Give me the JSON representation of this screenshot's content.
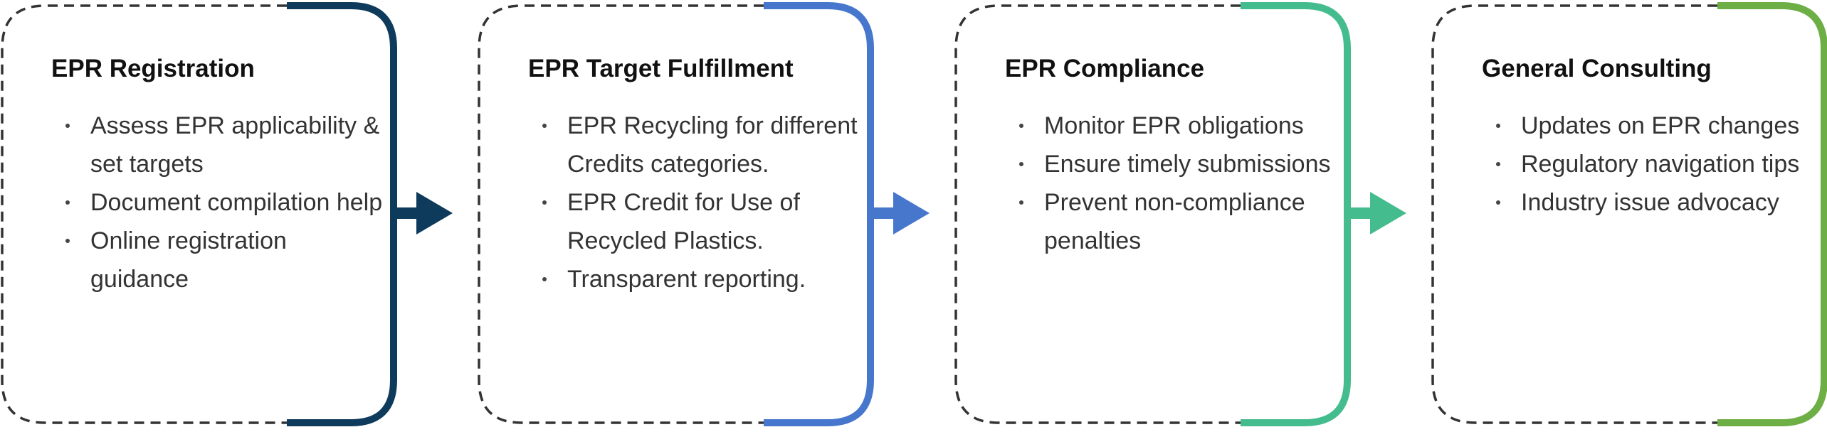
{
  "steps": [
    {
      "title": "EPR Registration",
      "color": "#0E3A5C",
      "bullets": [
        "Assess EPR applicability & set targets",
        "Document compilation help",
        "Online registration guidance"
      ]
    },
    {
      "title": "EPR Target Fulfillment",
      "color": "#4677CC",
      "bullets": [
        "EPR Recycling  for different Credits categories.",
        "EPR Credit for Use of Recycled Plastics.",
        "Transparent reporting."
      ]
    },
    {
      "title": "EPR Compliance",
      "color": "#45BC8E",
      "bullets": [
        "Monitor EPR obligations",
        "Ensure timely submissions",
        "Prevent non-compliance penalties"
      ]
    },
    {
      "title": "General Consulting",
      "color": "#6DAE45",
      "bullets": [
        "Updates on EPR changes",
        "Regulatory navigation tips",
        "Industry issue advocacy"
      ]
    }
  ]
}
